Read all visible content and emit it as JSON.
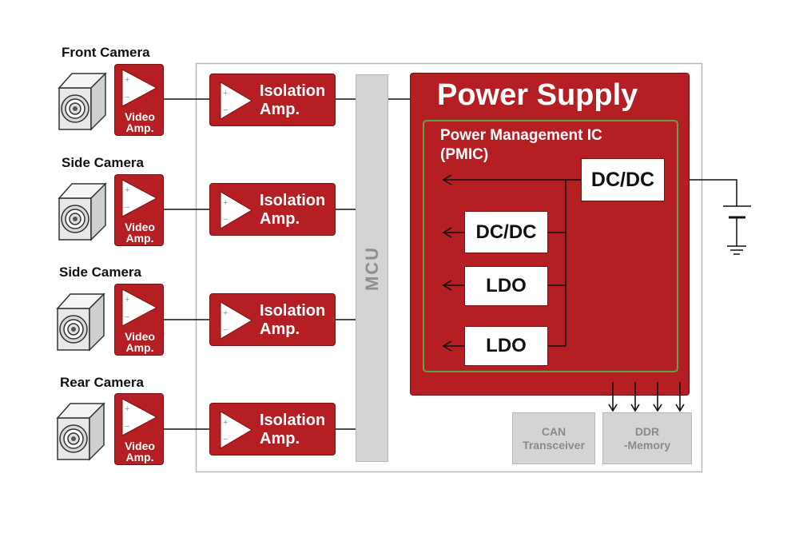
{
  "cameras": [
    {
      "label": "Front Camera"
    },
    {
      "label": "Side Camera"
    },
    {
      "label": "Side Camera"
    },
    {
      "label": "Rear Camera"
    }
  ],
  "video_amp": {
    "line1": "Video",
    "line2": "Amp.",
    "plus": "+",
    "minus": "−"
  },
  "isolation_amp": {
    "line1": "Isolation",
    "line2": "Amp."
  },
  "mcu": {
    "label": "MCU"
  },
  "power_supply": {
    "title": "Power Supply"
  },
  "pmic": {
    "title_line1": "Power Management IC",
    "title_line2": "(PMIC)",
    "dcdc_main": "DC/DC",
    "dcdc": "DC/DC",
    "ldo1": "LDO",
    "ldo2": "LDO"
  },
  "can": {
    "line1": "CAN",
    "line2": "Transceiver"
  },
  "ddr": {
    "line1": "DDR",
    "line2": "-Memory"
  },
  "colors": {
    "red": "#b51f24",
    "gray": "#d4d4d4",
    "green": "#5aa64a"
  }
}
